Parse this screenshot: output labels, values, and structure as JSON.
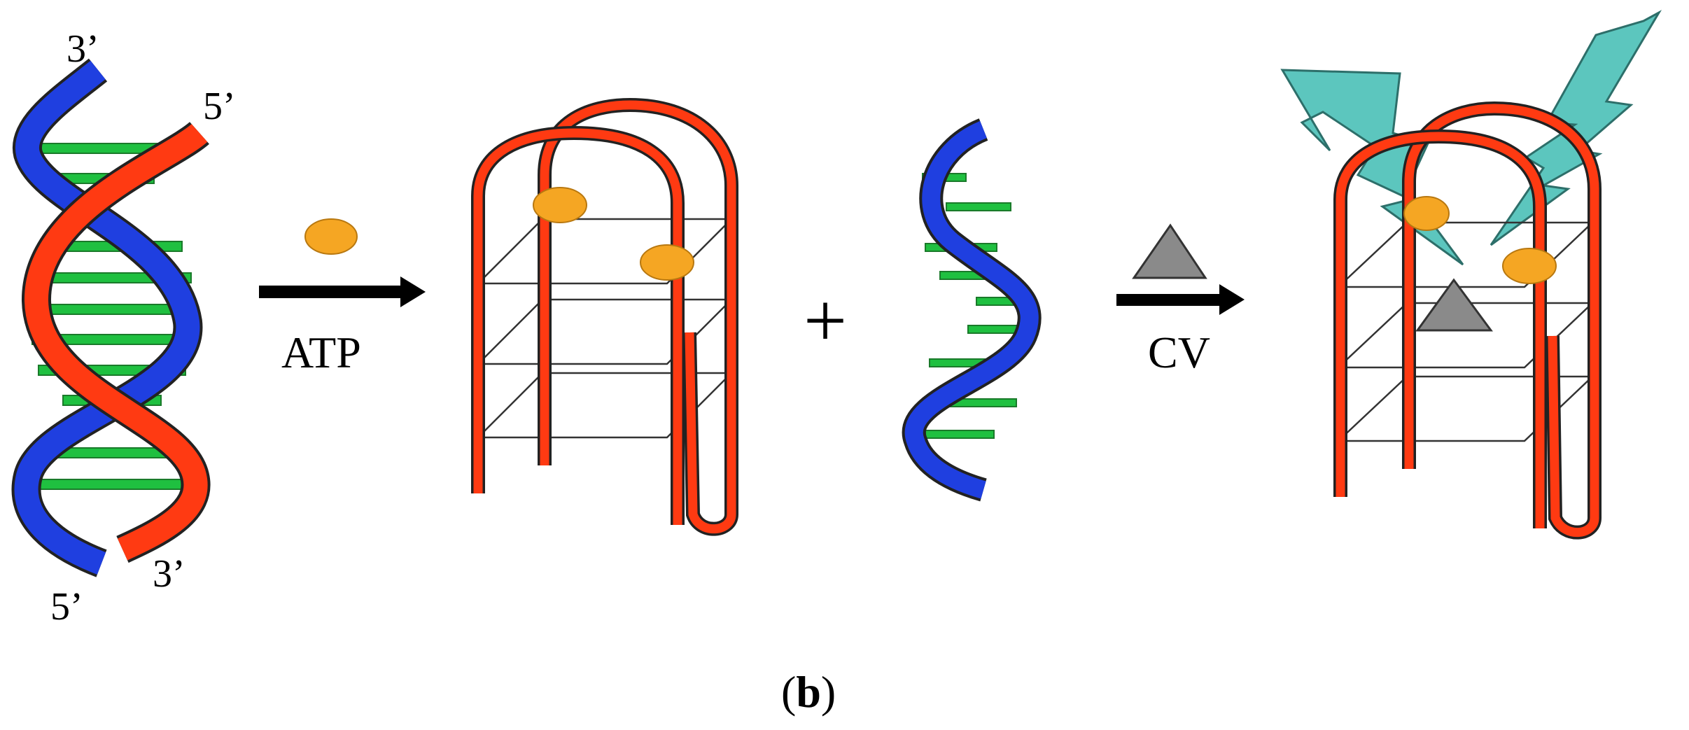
{
  "labels": {
    "duplex_top_blue": "3’",
    "duplex_top_red": "5’",
    "duplex_bottom_blue": "5’",
    "duplex_bottom_red": "3’",
    "arrow1": "ATP",
    "plus": "+",
    "arrow2": "CV",
    "caption_open": "(",
    "caption_letter": "b",
    "caption_close": ")"
  },
  "colors": {
    "blue_strand": "#1f3fe0",
    "red_strand": "#ff3a12",
    "base_pair": "#1fc040",
    "atp": "#f5a623",
    "cv": "#8a8a8a",
    "fluorescence": "#5cc6be",
    "outline": "#222222"
  },
  "icons": [
    "atp-ellipse",
    "cv-triangle",
    "lightning-bolt"
  ]
}
